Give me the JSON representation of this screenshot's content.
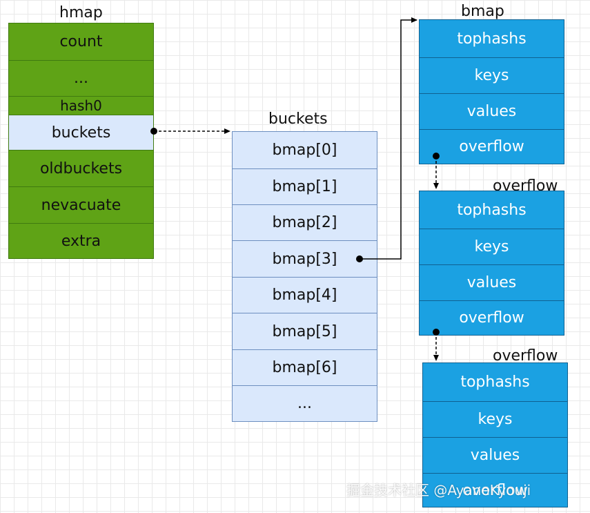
{
  "hmap": {
    "title": "hmap",
    "fields": [
      "count",
      "...",
      "hash0",
      "buckets",
      "oldbuckets",
      "nevacuate",
      "extra"
    ]
  },
  "buckets": {
    "title": "buckets",
    "items": [
      "bmap[0]",
      "bmap[1]",
      "bmap[2]",
      "bmap[3]",
      "bmap[4]",
      "bmap[5]",
      "bmap[6]",
      "..."
    ]
  },
  "bmaps": [
    {
      "title": "bmap",
      "fields": [
        "tophashs",
        "keys",
        "values",
        "overflow"
      ]
    },
    {
      "title": "overflow",
      "fields": [
        "tophashs",
        "keys",
        "values",
        "overflow"
      ]
    },
    {
      "title": "overflow",
      "fields": [
        "tophashs",
        "keys",
        "values",
        "overflow"
      ]
    }
  ],
  "colors": {
    "hmap_fill": "#5fa316",
    "highlight_fill": "#dae8fc",
    "buckets_fill": "#dae8fc",
    "bmap_fill": "#1ba1e2"
  },
  "watermark": "掘金技术社区 @AyanoKyouji"
}
